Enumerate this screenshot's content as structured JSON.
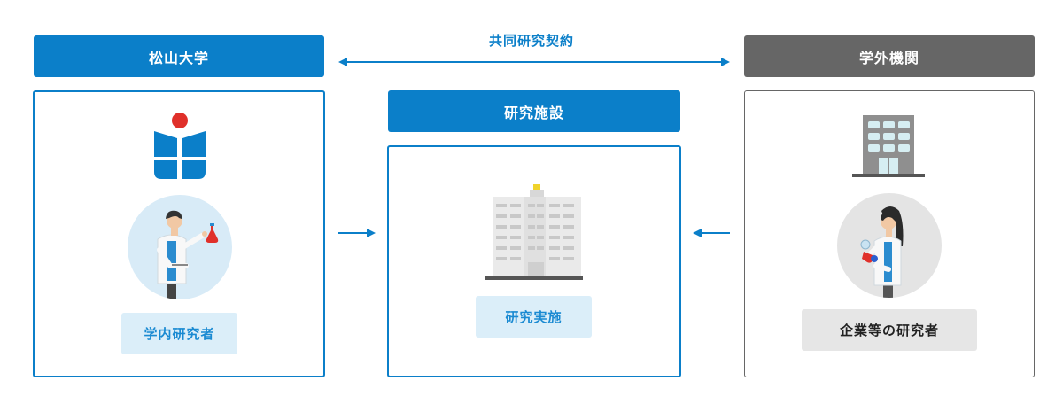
{
  "university": {
    "header": "松山大学",
    "researcher_label": "学内研究者"
  },
  "contract": {
    "label": "共同研究契約"
  },
  "facility": {
    "header": "研究施設",
    "activity_label": "研究実施"
  },
  "external": {
    "header": "学外機関",
    "researcher_label": "企業等の研究者"
  },
  "icons": [
    "university-logo-icon",
    "male-scientist-icon",
    "research-building-icon",
    "office-building-icon",
    "female-scientist-icon",
    "arrow-icons"
  ],
  "colors": {
    "brand_blue": "#0b7fc9",
    "light_blue": "#dbeef9",
    "dark_gray": "#666666",
    "light_gray": "#e6e6e6"
  }
}
